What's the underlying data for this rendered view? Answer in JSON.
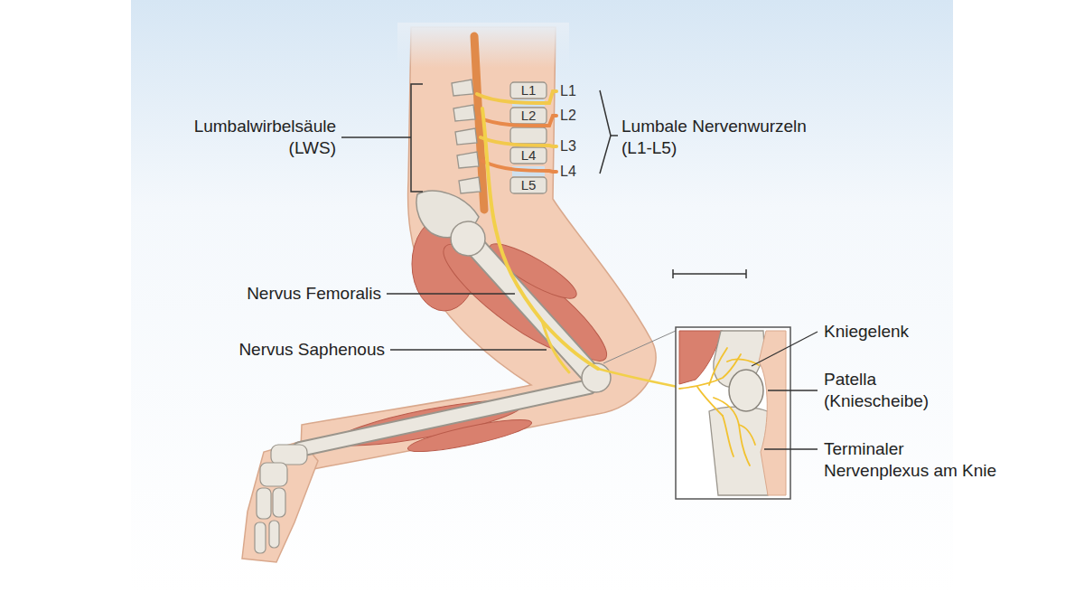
{
  "diagram": {
    "labels": [
      "L1",
      "L1",
      "L2",
      "L2",
      "L3",
      "L4",
      "L4",
      "L5",
      "Lumbalwirbelsäule (LWS)",
      "Lumbale Nervenwurzeln (L1-L5)",
      "Nervus Femoralis",
      "Kniegelenk",
      "Nervus Saphenous",
      "Patella (Kniescheibe)",
      "Terminaler Nervenplexus am Knie"
    ]
  }
}
